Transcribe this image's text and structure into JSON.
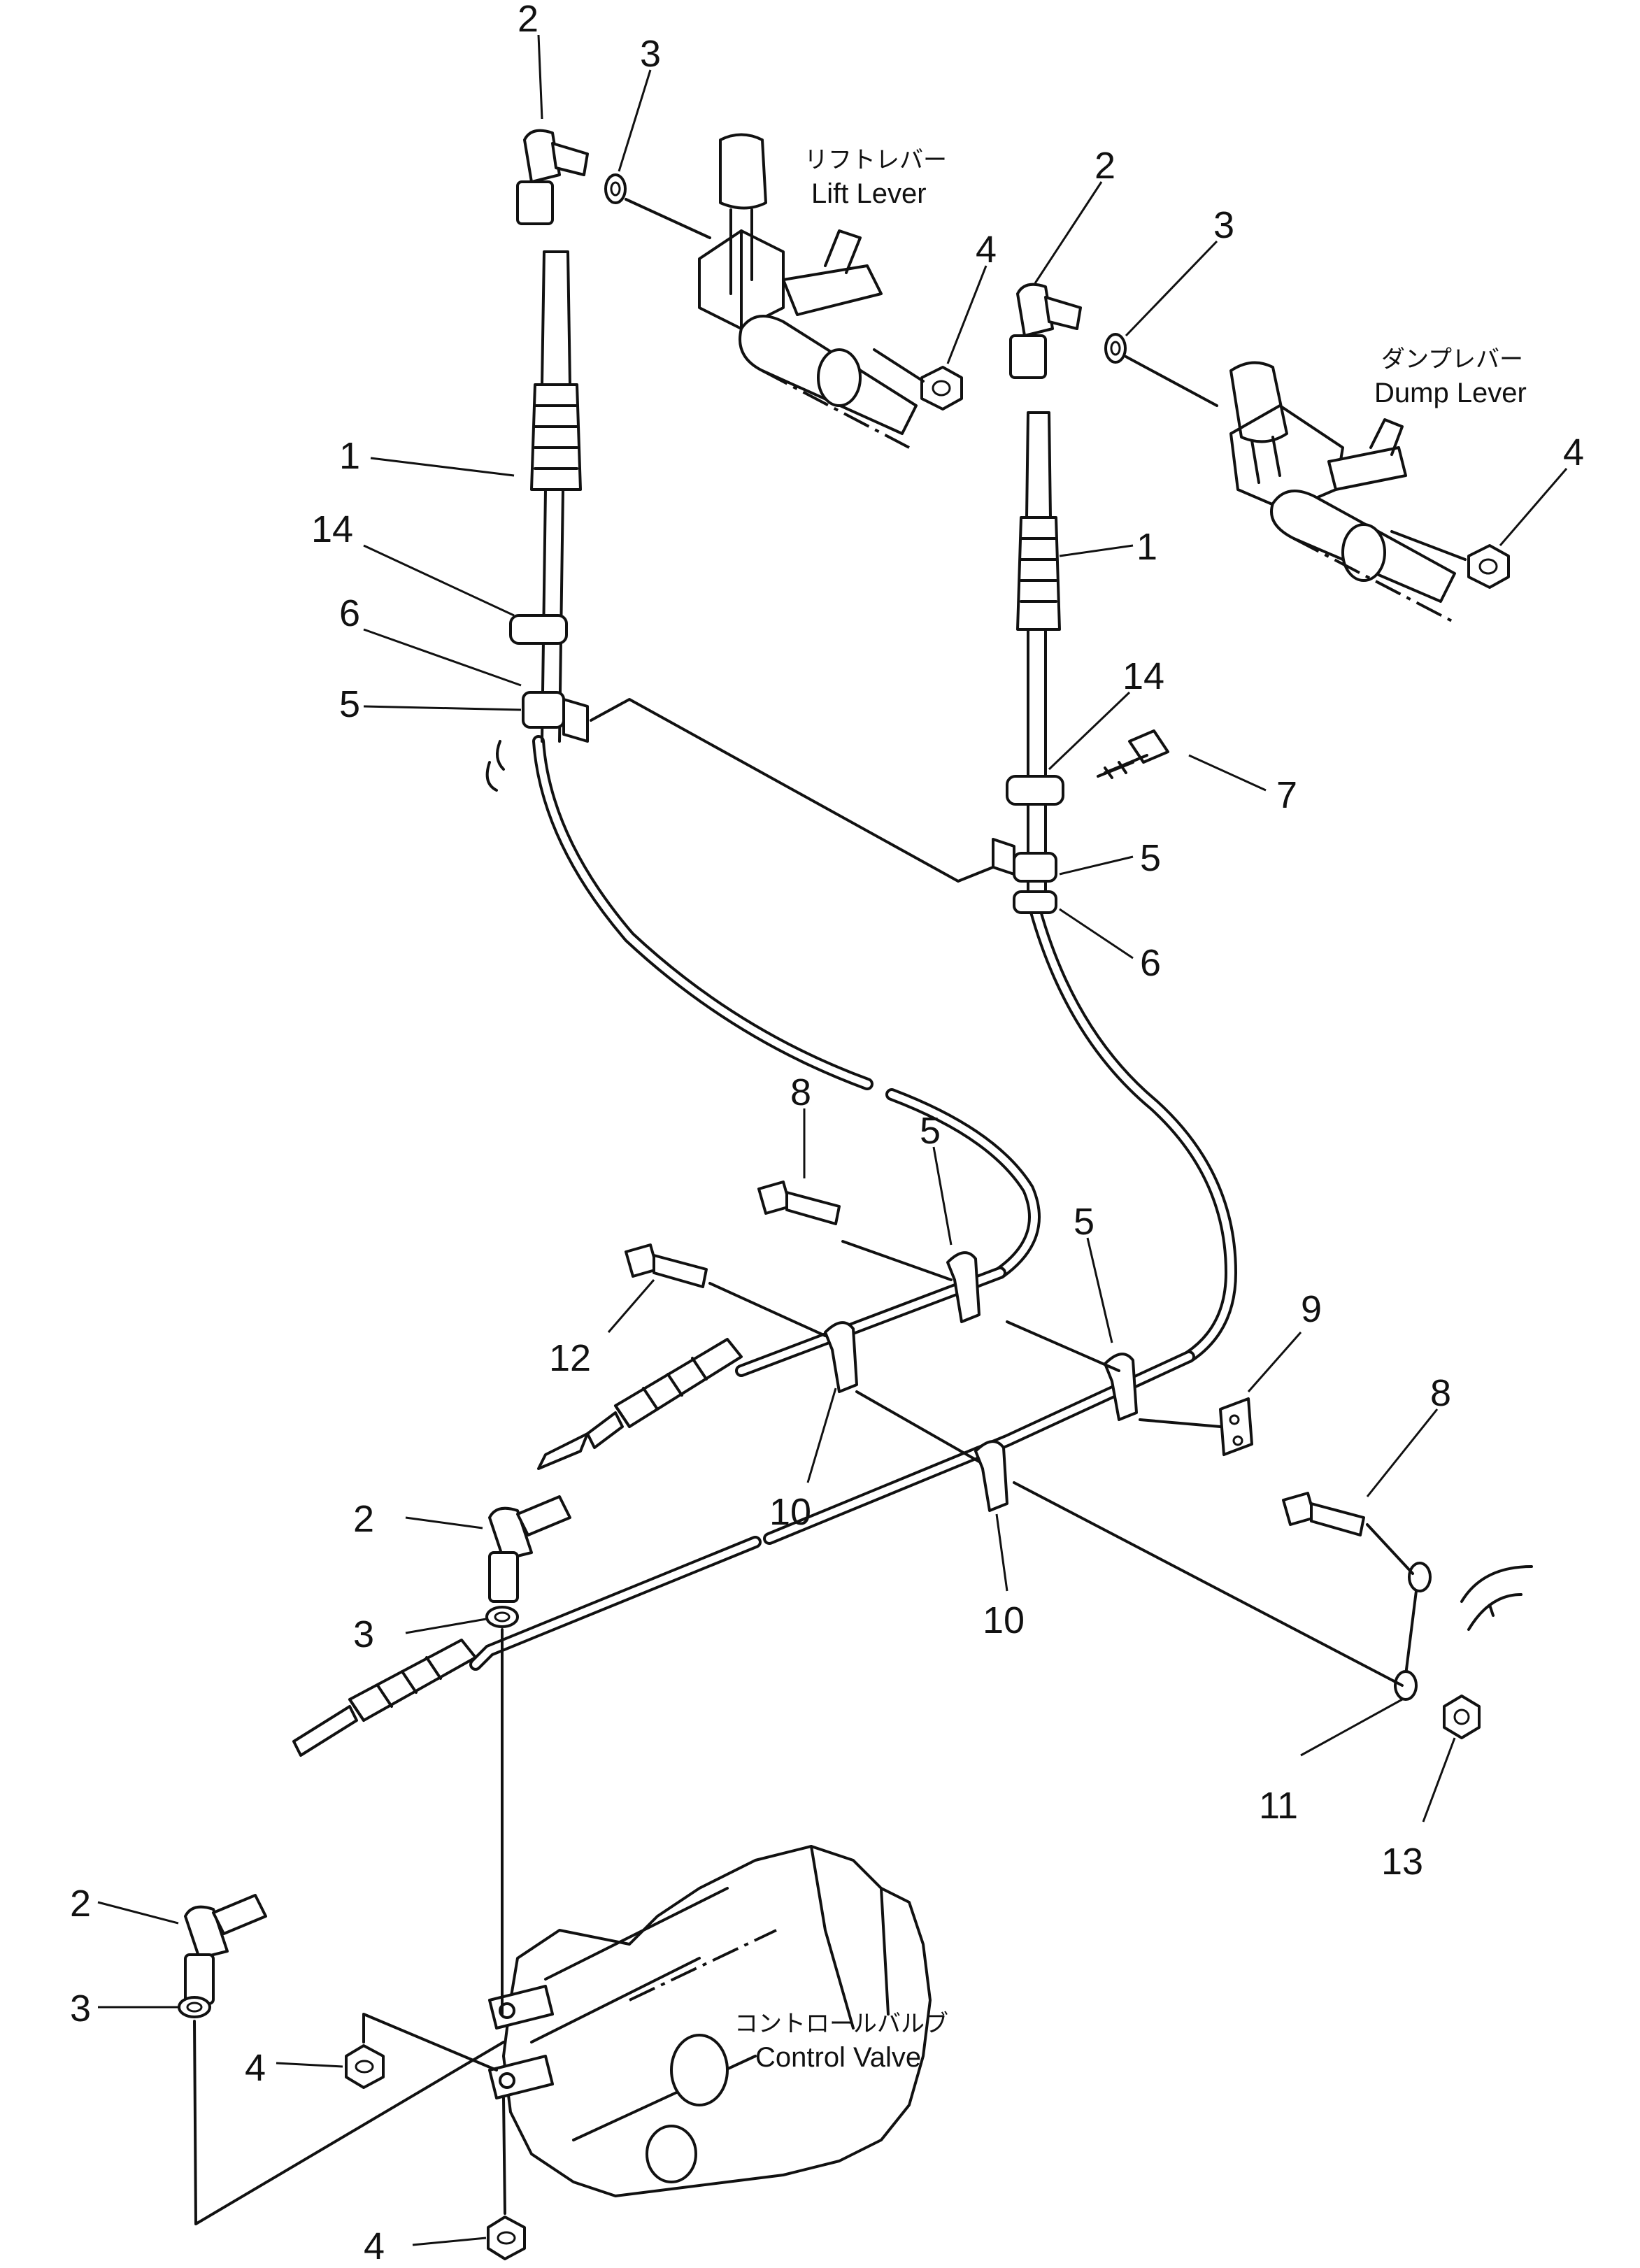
{
  "diagram": {
    "callouts": {
      "c_2a": "2",
      "c_3a": "3",
      "c_4a": "4",
      "c_1a": "1",
      "c_14a": "14",
      "c_6a": "6",
      "c_5a": "5",
      "c_2b": "2",
      "c_3b": "3",
      "c_4b": "4",
      "c_1b": "1",
      "c_14b": "14",
      "c_7": "7",
      "c_5b": "5",
      "c_6b": "6",
      "c_8a": "8",
      "c_5c": "5",
      "c_5d": "5",
      "c_12": "12",
      "c_9": "9",
      "c_8b": "8",
      "c_10a": "10",
      "c_10b": "10",
      "c_2c": "2",
      "c_3c": "3",
      "c_11": "11",
      "c_13": "13",
      "c_2d": "2",
      "c_3d": "3",
      "c_4c": "4",
      "c_4d": "4"
    },
    "labels": {
      "lift_jp": "リフトレバー",
      "lift_en": "Lift Lever",
      "dump_jp": "ダンプレバー",
      "dump_en": "Dump Lever",
      "valve_jp": "コントロールバルブ",
      "valve_en": "Control Valve"
    }
  }
}
